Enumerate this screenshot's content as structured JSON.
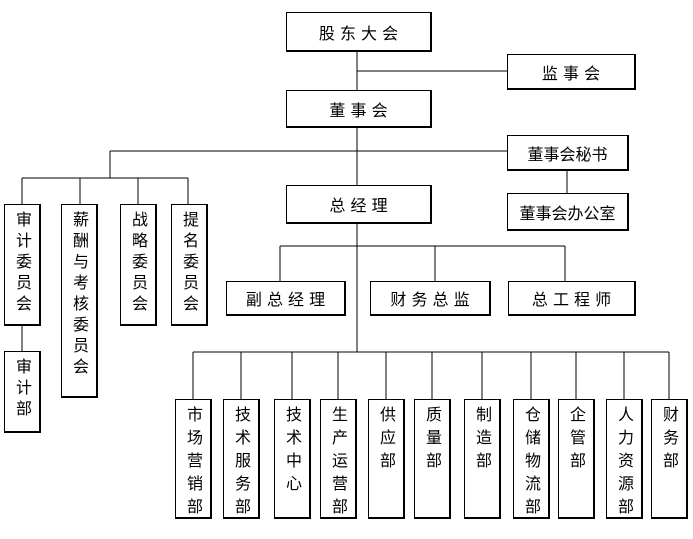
{
  "top": {
    "shareholders": "股 东 大 会",
    "supervisory": "监  事  会",
    "board": "董  事  会",
    "secretary": "董事会秘书",
    "board_office": "董事会办公室",
    "gm": "总  经  理",
    "vice_gm": "副 总 经 理",
    "cfo": "财 务 总 监",
    "chief_engineer": "总 工 程 师"
  },
  "committees": {
    "audit": "审计委员会",
    "audit_dept": "审计部",
    "compensation": "薪酬与考核委员会",
    "strategy": "战略委员会",
    "nomination": "提名委员会"
  },
  "departments": [
    "市场营销部",
    "技术服务部",
    "技术中心",
    "生产运营部",
    "供应部",
    "质量部",
    "制造部",
    "仓储物流部",
    "企管部",
    "人力资源部",
    "财务部"
  ]
}
